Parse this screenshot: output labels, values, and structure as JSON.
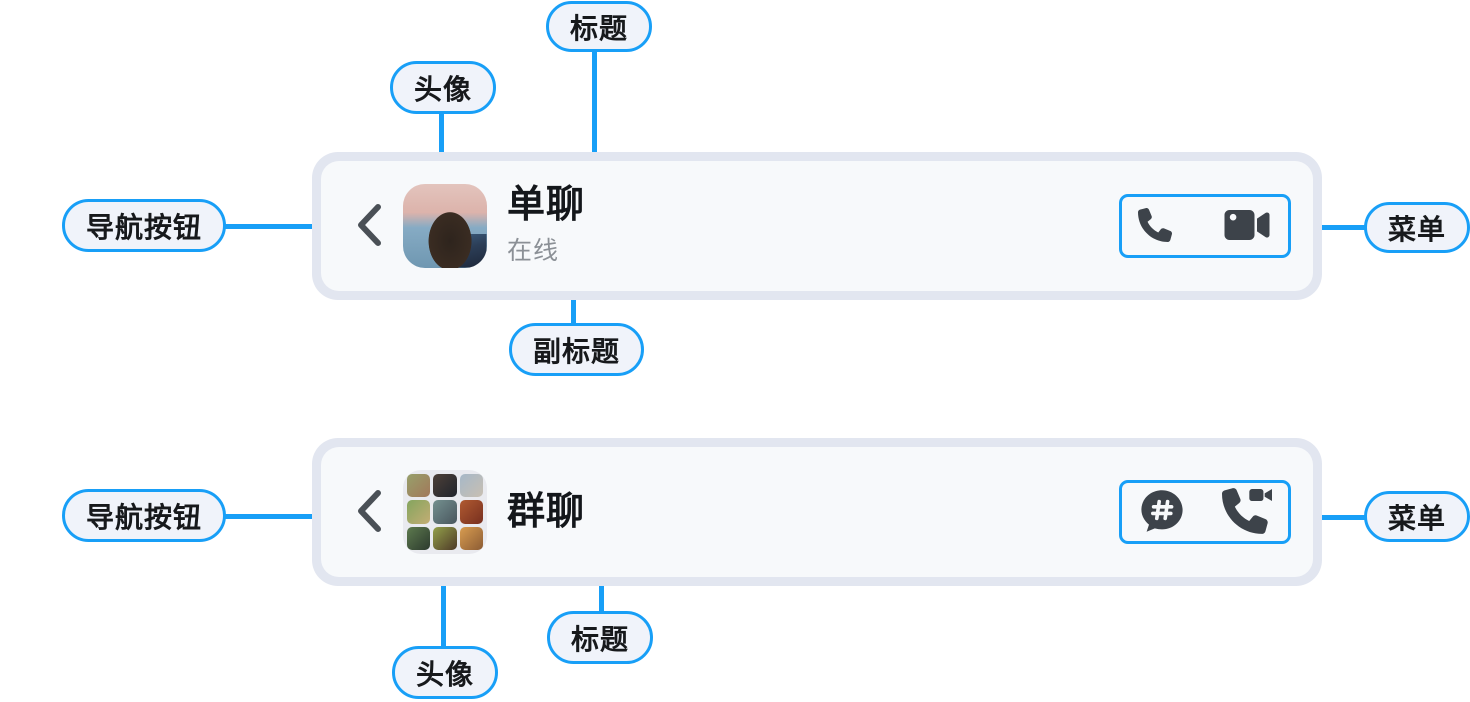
{
  "callouts": {
    "nav_button": "导航按钮",
    "avatar": "头像",
    "title": "标题",
    "subtitle": "副标题",
    "menu": "菜单"
  },
  "single_chat_header": {
    "title": "单聊",
    "subtitle": "在线",
    "back_icon": "chevron-left-icon",
    "avatar": "woman-beach-photo-avatar",
    "menu_icons": [
      "phone-audio-call-icon",
      "video-camera-icon"
    ]
  },
  "group_chat_header": {
    "title": "群聊",
    "back_icon": "chevron-left-icon",
    "avatar": "group-photo-grid-avatar-9",
    "menu_icons": [
      "hash-channel-bubble-icon",
      "phone-video-call-icon"
    ]
  },
  "colors": {
    "accent_blue": "#189ff7",
    "bar_border": "#e2e6f0",
    "bar_background": "#f7f9fb",
    "callout_background": "#f0f3fa",
    "icon_dark": "#3d434a",
    "title_text": "#14171b",
    "subtitle_text": "#8b9096"
  }
}
